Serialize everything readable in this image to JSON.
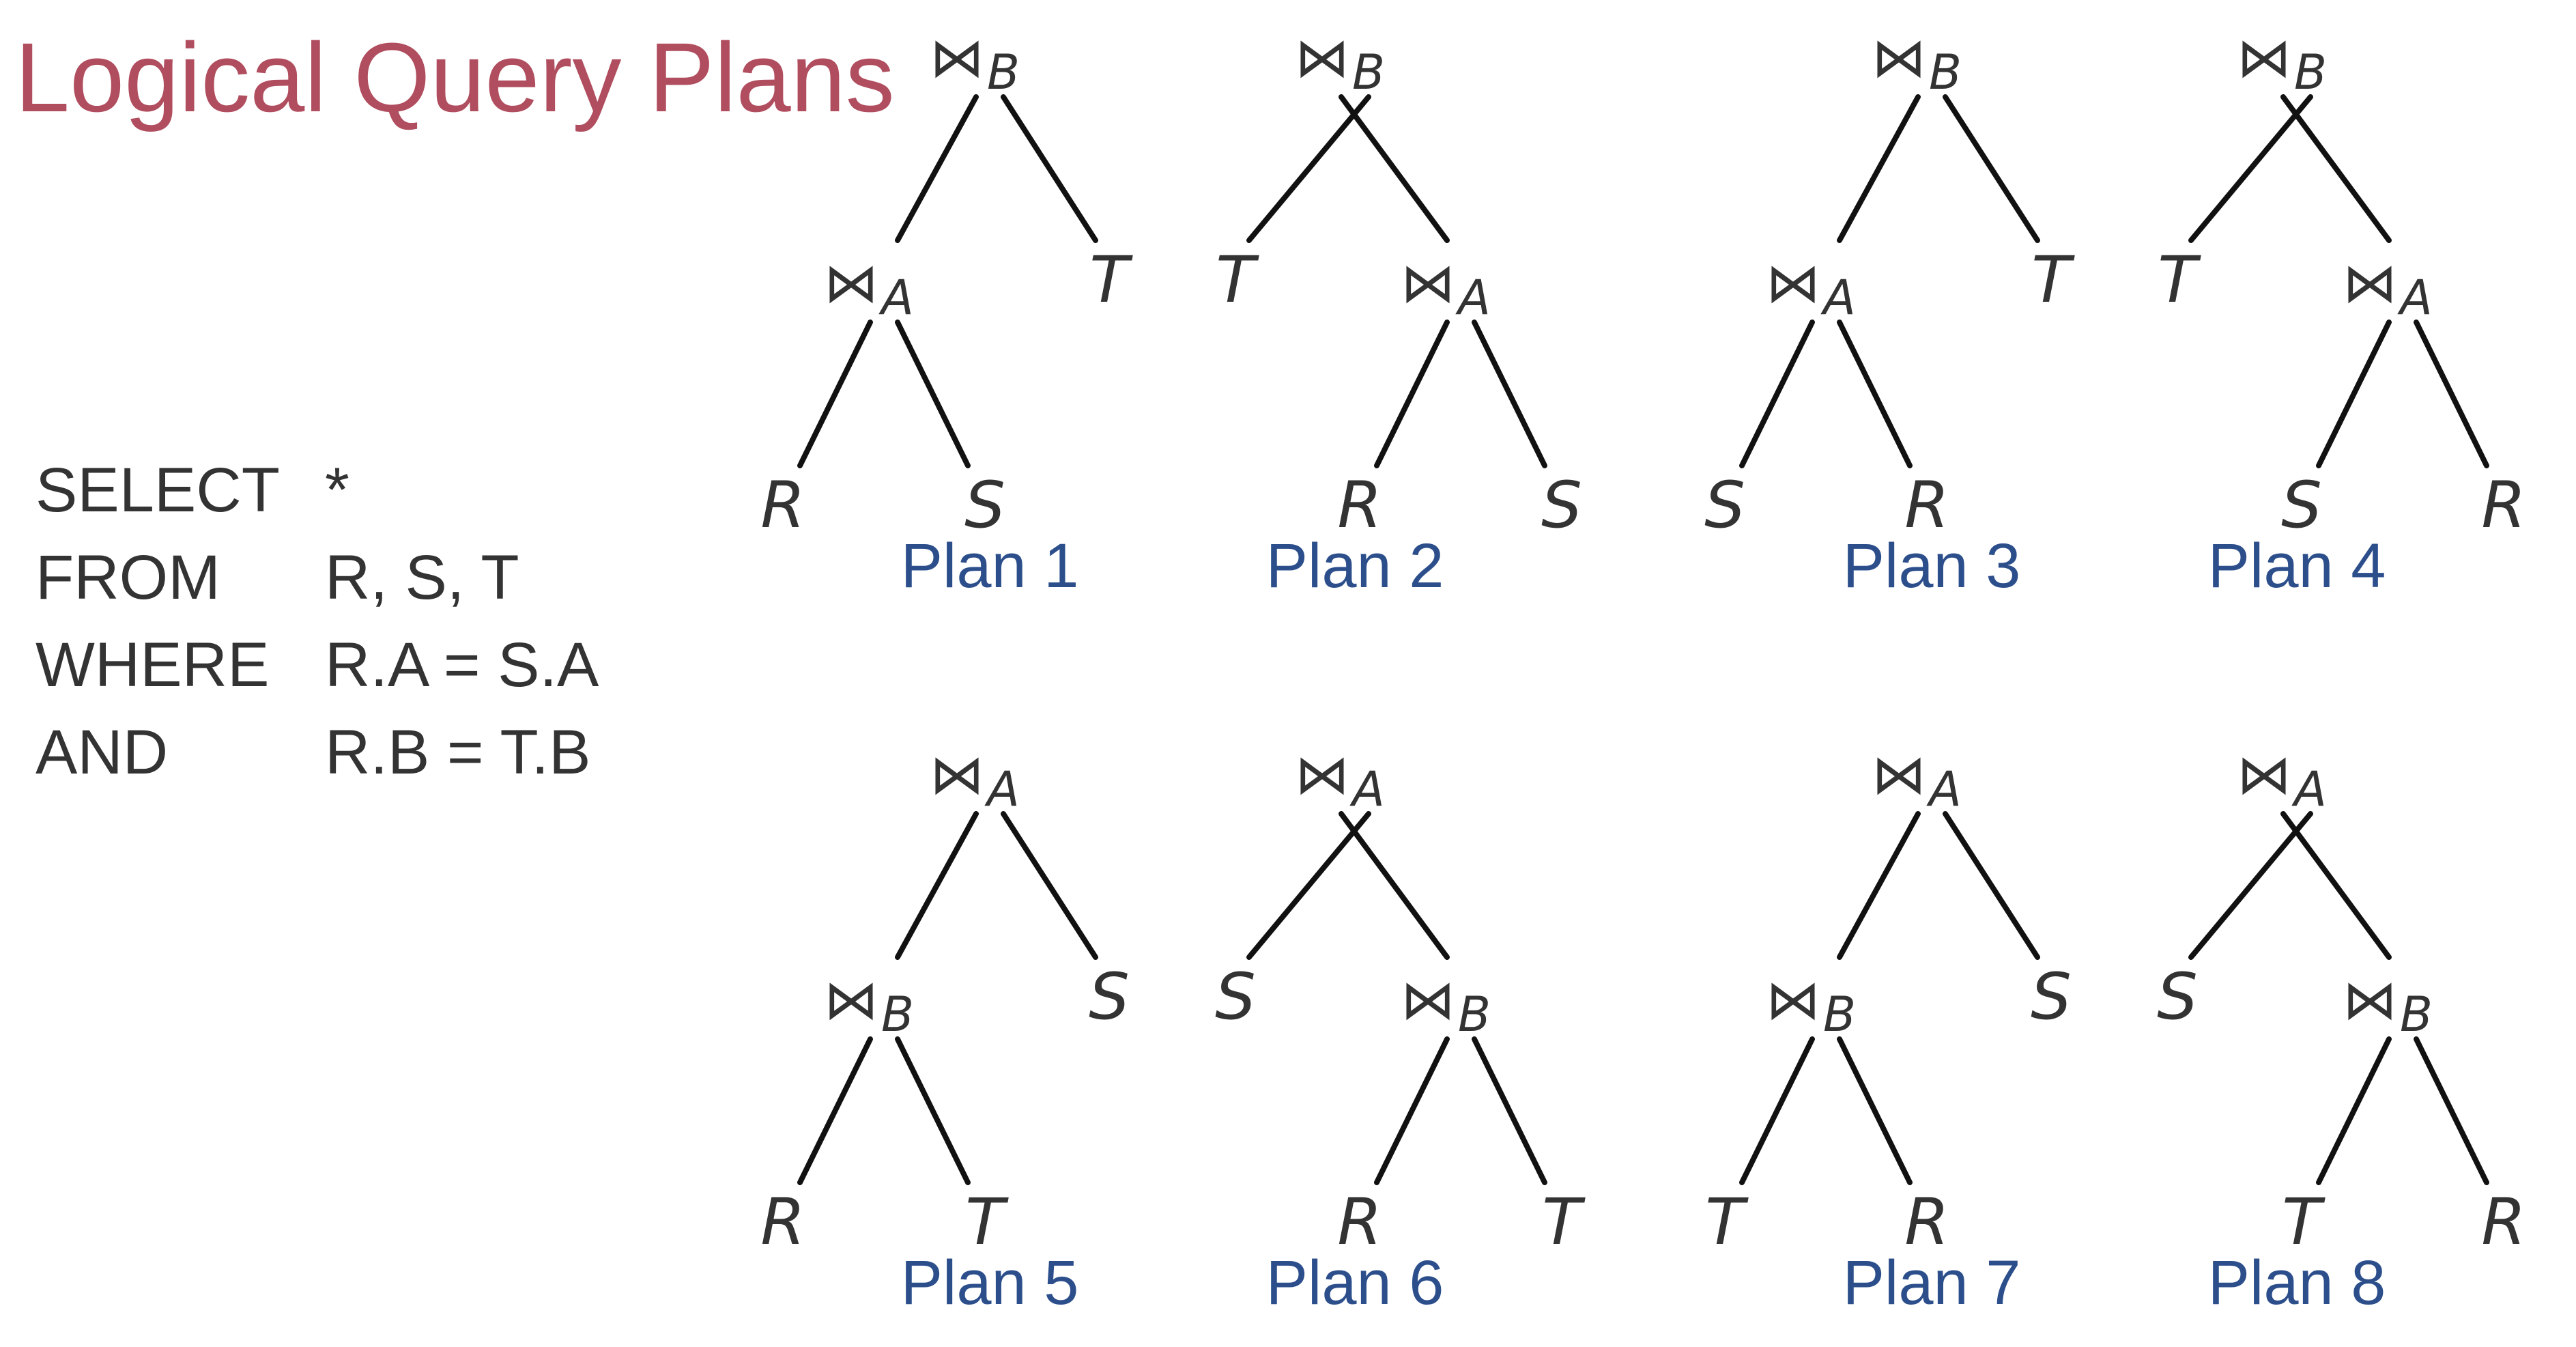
{
  "title": "Logical Query Plans",
  "query": [
    {
      "keyword": "SELECT",
      "argument": "*"
    },
    {
      "keyword": "FROM",
      "argument": "R, S, T"
    },
    {
      "keyword": "WHERE",
      "argument": "R.A = S.A"
    },
    {
      "keyword": "AND",
      "argument": "R.B = T.B"
    }
  ],
  "join_symbol": "⋈",
  "plans": [
    {
      "label": "Plan 1",
      "top": "B",
      "inner": "A",
      "inner_side": "left",
      "other": "T",
      "inner_left": "R",
      "inner_right": "S"
    },
    {
      "label": "Plan 2",
      "top": "B",
      "inner": "A",
      "inner_side": "right",
      "other": "T",
      "inner_left": "R",
      "inner_right": "S"
    },
    {
      "label": "Plan 3",
      "top": "B",
      "inner": "A",
      "inner_side": "left",
      "other": "T",
      "inner_left": "S",
      "inner_right": "R"
    },
    {
      "label": "Plan 4",
      "top": "B",
      "inner": "A",
      "inner_side": "right",
      "other": "T",
      "inner_left": "S",
      "inner_right": "R"
    },
    {
      "label": "Plan 5",
      "top": "A",
      "inner": "B",
      "inner_side": "left",
      "other": "S",
      "inner_left": "R",
      "inner_right": "T"
    },
    {
      "label": "Plan 6",
      "top": "A",
      "inner": "B",
      "inner_side": "right",
      "other": "S",
      "inner_left": "R",
      "inner_right": "T"
    },
    {
      "label": "Plan 7",
      "top": "A",
      "inner": "B",
      "inner_side": "left",
      "other": "S",
      "inner_left": "T",
      "inner_right": "R"
    },
    {
      "label": "Plan 8",
      "top": "A",
      "inner": "B",
      "inner_side": "right",
      "other": "S",
      "inner_left": "T",
      "inner_right": "R"
    }
  ]
}
